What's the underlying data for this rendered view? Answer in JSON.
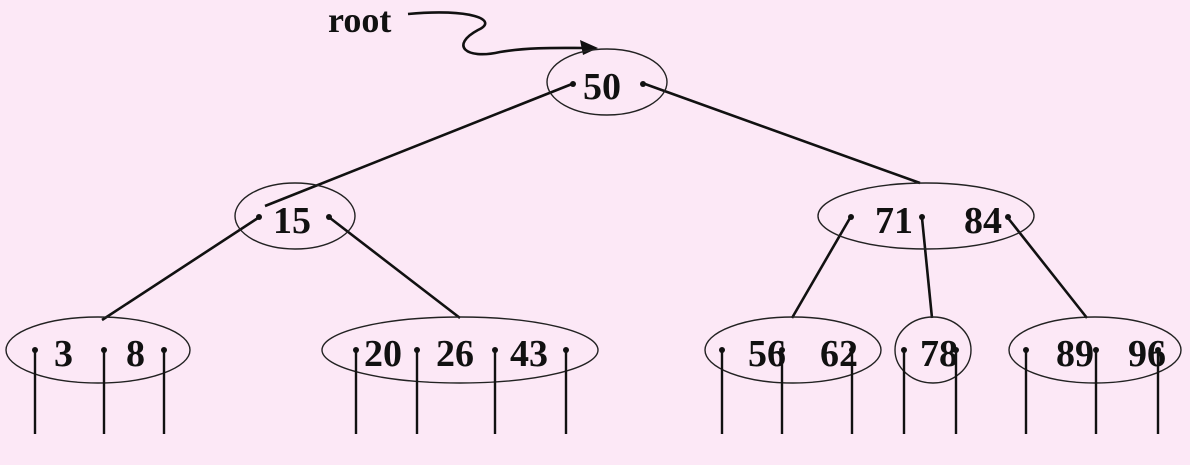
{
  "root_label": "root",
  "nodes": {
    "n50": {
      "keys": [
        "50"
      ]
    },
    "n15": {
      "keys": [
        "15"
      ]
    },
    "n71_84": {
      "keys": [
        "71",
        "84"
      ]
    },
    "n3_8": {
      "keys": [
        "3",
        "8"
      ]
    },
    "n20_26_43": {
      "keys": [
        "20",
        "26",
        "43"
      ]
    },
    "n56_62": {
      "keys": [
        "56",
        "62"
      ]
    },
    "n78": {
      "keys": [
        "78"
      ]
    },
    "n89_96": {
      "keys": [
        "89",
        "96"
      ]
    }
  },
  "colors": {
    "background": "#fce8f6",
    "ink": "#111111"
  }
}
